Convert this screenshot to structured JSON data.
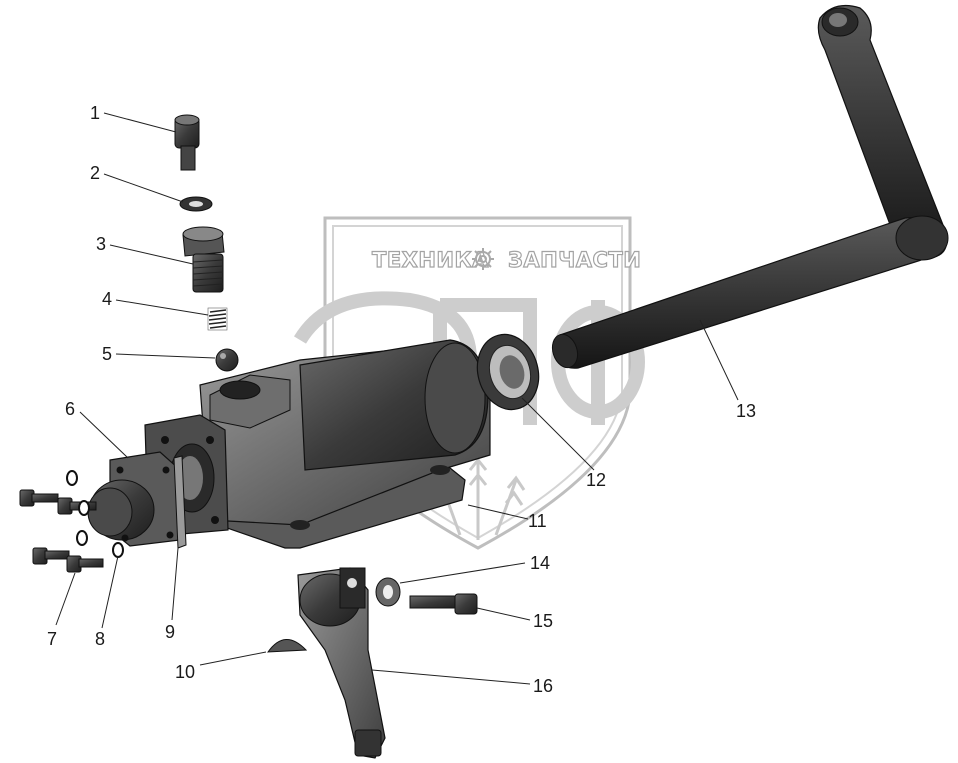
{
  "watermark": {
    "left_text": "ТЕХНИКА",
    "right_text": "ЗАПЧАСТИ",
    "logo_icon": "gear-icon",
    "emblem_icon": "shield-wheat-icon"
  },
  "callouts": [
    {
      "number": "1",
      "part": "plug"
    },
    {
      "number": "2",
      "part": "washer"
    },
    {
      "number": "3",
      "part": "valve-plug"
    },
    {
      "number": "4",
      "part": "spring"
    },
    {
      "number": "5",
      "part": "ball"
    },
    {
      "number": "6",
      "part": "cover"
    },
    {
      "number": "7",
      "part": "bolt"
    },
    {
      "number": "8",
      "part": "spring-washer"
    },
    {
      "number": "9",
      "part": "gasket"
    },
    {
      "number": "10",
      "part": "key"
    },
    {
      "number": "11",
      "part": "pump-housing"
    },
    {
      "number": "12",
      "part": "seal"
    },
    {
      "number": "13",
      "part": "hand-lever"
    },
    {
      "number": "14",
      "part": "washer"
    },
    {
      "number": "15",
      "part": "bolt"
    },
    {
      "number": "16",
      "part": "lever"
    }
  ]
}
